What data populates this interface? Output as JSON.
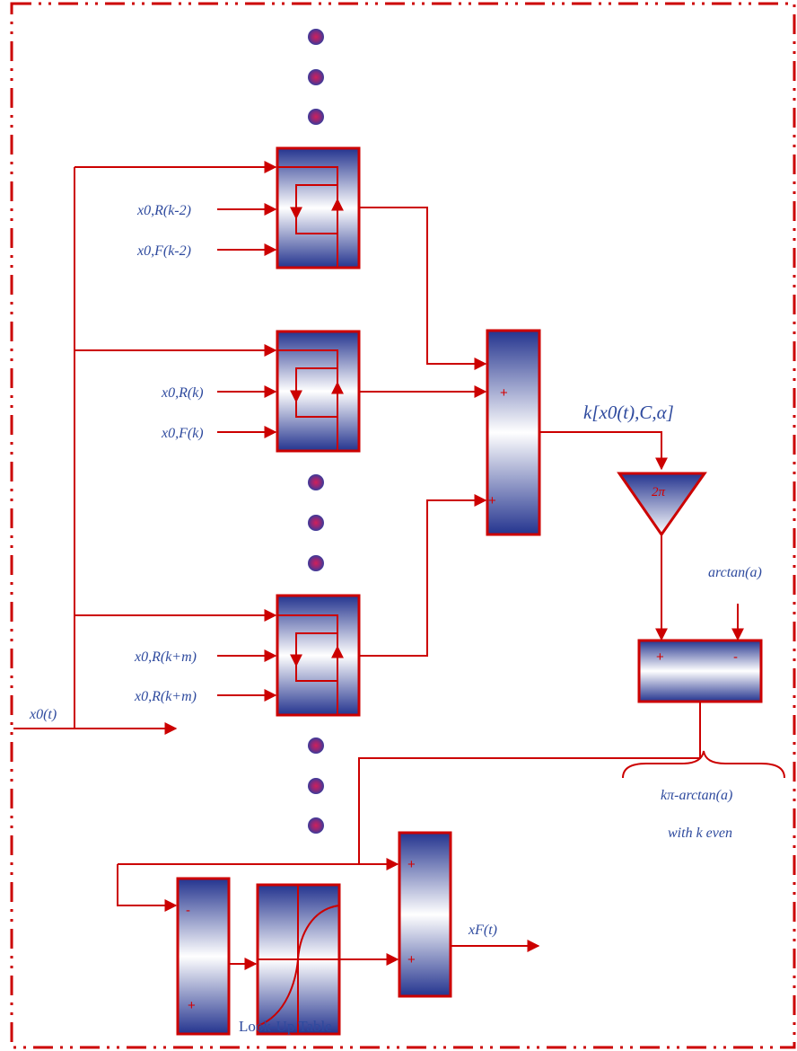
{
  "inputs": {
    "upper": [
      "x0,R(k-2)",
      "x0,F(k-2)"
    ],
    "middle": [
      "x0,R(k)",
      "x0,F(k)"
    ],
    "lower": [
      "x0,R(k+m)",
      "x0,R(k+m)"
    ]
  },
  "input_main": "x0(t)",
  "output": "xF(t)",
  "sum_signs": {
    "top": "+",
    "bottom": "+"
  },
  "formula": "k[x0(t),C,α]",
  "gain": "2π",
  "subtractor": {
    "plus": "+",
    "minus": "-",
    "input": "arctan(a)"
  },
  "brace_text": [
    "kπ-arctan(a)",
    "with k even"
  ],
  "diff_signs": {
    "top": "-",
    "bottom": "+"
  },
  "final_sum_signs": {
    "top": "+",
    "bottom": "+"
  },
  "lut_label": "Look-Up Table",
  "colors": {
    "wire": "#cc0000",
    "text": "#2e4a9e",
    "block_top": "#22338f",
    "dot": "#3a3a9a"
  }
}
